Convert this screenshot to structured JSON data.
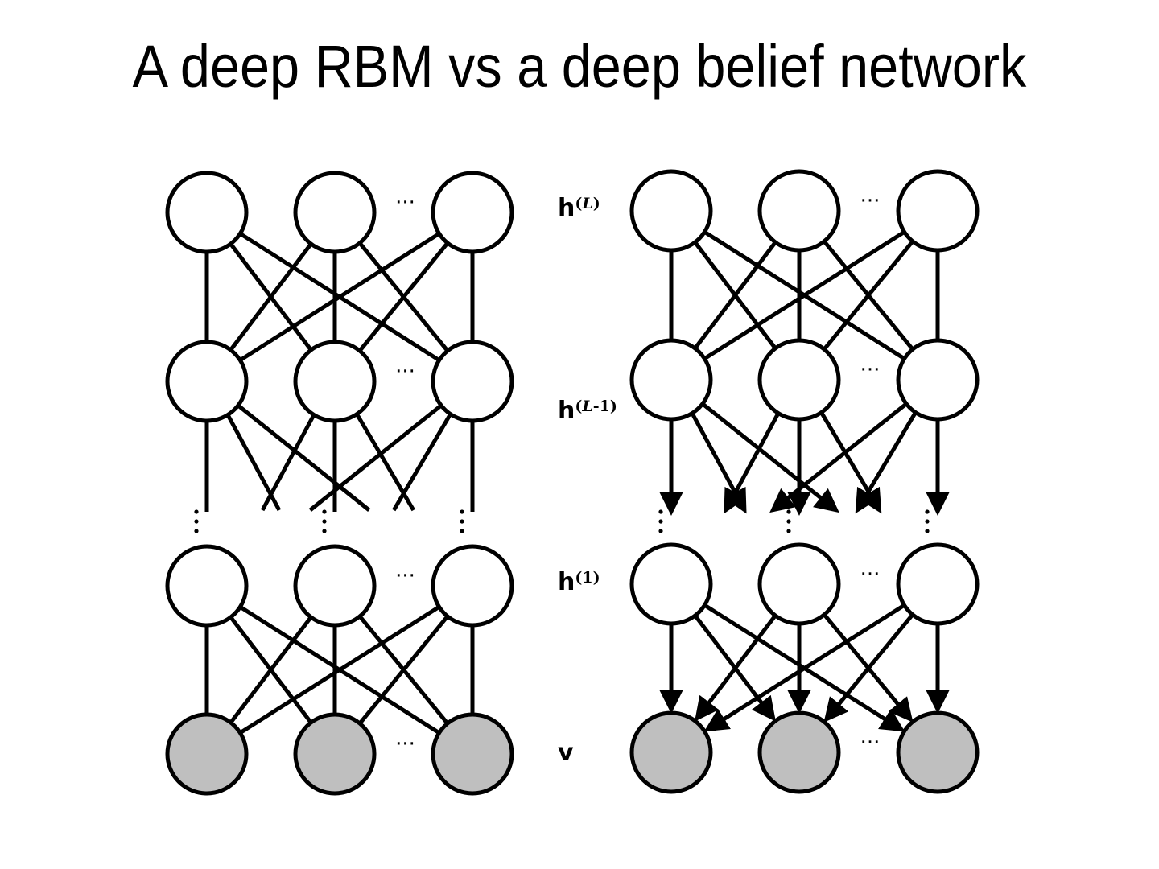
{
  "title": "A deep RBM vs a deep belief network",
  "colors": {
    "hidden_fill": "#ffffff",
    "visible_fill": "#bfbfbf",
    "stroke": "#000000"
  },
  "layer_labels": [
    {
      "id": "hL",
      "base": "h",
      "sup_open": "(",
      "sup_var": "L",
      "sup_rest": ")"
    },
    {
      "id": "hL1",
      "base": "h",
      "sup_open": "(",
      "sup_var": "L",
      "sup_rest": "-1)"
    },
    {
      "id": "h1",
      "base": "h",
      "sup_open": "(",
      "sup_var": "",
      "sup_rest": "1)"
    },
    {
      "id": "v",
      "base": "v",
      "sup_open": "",
      "sup_var": "",
      "sup_rest": ""
    }
  ],
  "ellipsis": "···",
  "networks": [
    {
      "name": "deep-rbm",
      "edge_type": "undirected",
      "layers": [
        {
          "label": "h(L)",
          "units": 3,
          "observed": false
        },
        {
          "label": "h(L-1)",
          "units": 3,
          "observed": false
        },
        {
          "label": "h(1)",
          "units": 3,
          "observed": false
        },
        {
          "label": "v",
          "units": 3,
          "observed": true
        }
      ],
      "gap_between_layers": [
        "h(L-1)",
        "h(1)"
      ]
    },
    {
      "name": "deep-belief-network",
      "edge_type_top": "undirected",
      "edge_type_lower": "directed-downward",
      "layers": [
        {
          "label": "h(L)",
          "units": 3,
          "observed": false
        },
        {
          "label": "h(L-1)",
          "units": 3,
          "observed": false
        },
        {
          "label": "h(1)",
          "units": 3,
          "observed": false
        },
        {
          "label": "v",
          "units": 3,
          "observed": true
        }
      ],
      "gap_between_layers": [
        "h(L-1)",
        "h(1)"
      ]
    }
  ]
}
